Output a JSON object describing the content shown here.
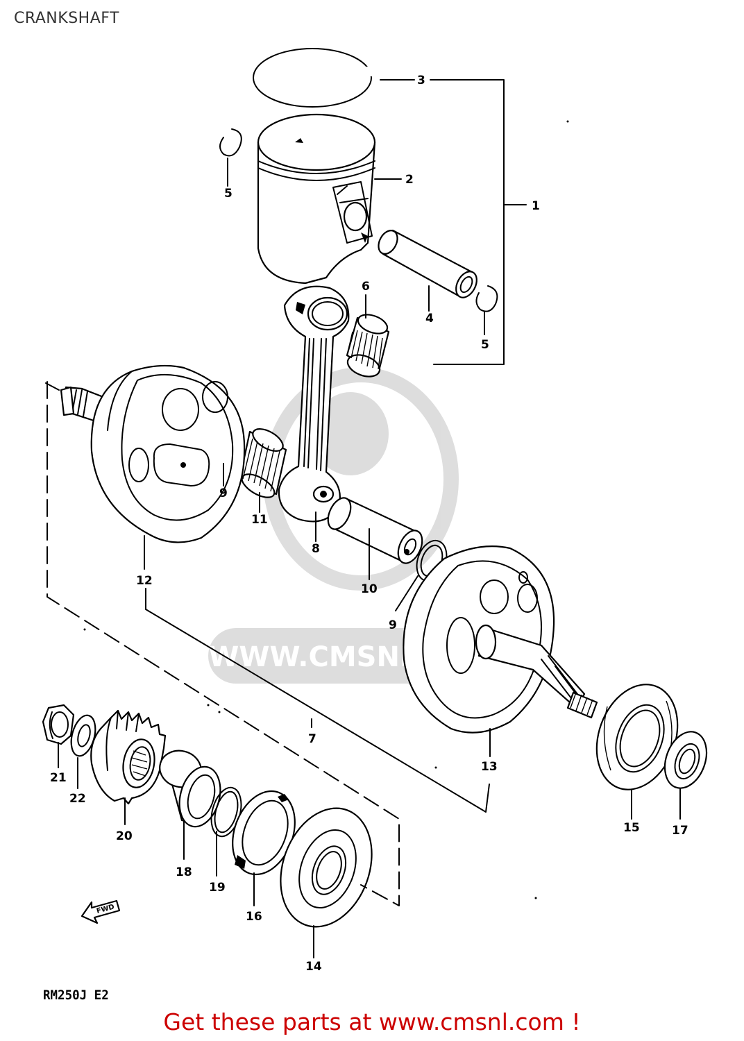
{
  "header": {
    "title": "CRANKSHAFT"
  },
  "diagram": {
    "model_code": "RM250J  E2",
    "watermark": "WWW.CMSNL.COM",
    "fwd_arrow_label": "FWD",
    "callouts": [
      "1",
      "2",
      "3",
      "4",
      "5",
      "5",
      "6",
      "7",
      "8",
      "9",
      "9",
      "10",
      "11",
      "12",
      "13",
      "14",
      "15",
      "16",
      "17",
      "18",
      "19",
      "20",
      "21",
      "22"
    ]
  },
  "footer": {
    "cta": "Get these parts at www.cmsnl.com !"
  }
}
